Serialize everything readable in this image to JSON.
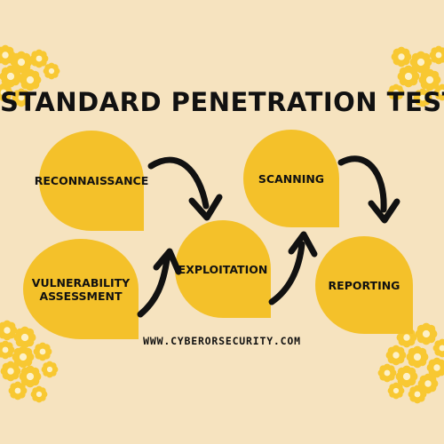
{
  "title": "STANDARD PENETRATION TEST",
  "steps": [
    {
      "label": "RECONNAISSANCE"
    },
    {
      "label": "VULNERABILITY\nASSESSMENT"
    },
    {
      "label": "EXPLOITATION"
    },
    {
      "label": "SCANNING"
    },
    {
      "label": "REPORTING"
    }
  ],
  "website": "WWW.CYBERORSECURITY.COM",
  "colors": {
    "background": "#f6e3bf",
    "bubble": "#f4c12a",
    "text": "#111111",
    "flower_petal": "#f8c832",
    "flower_center": "#fdf1c7"
  },
  "decoration": "flower-clusters"
}
